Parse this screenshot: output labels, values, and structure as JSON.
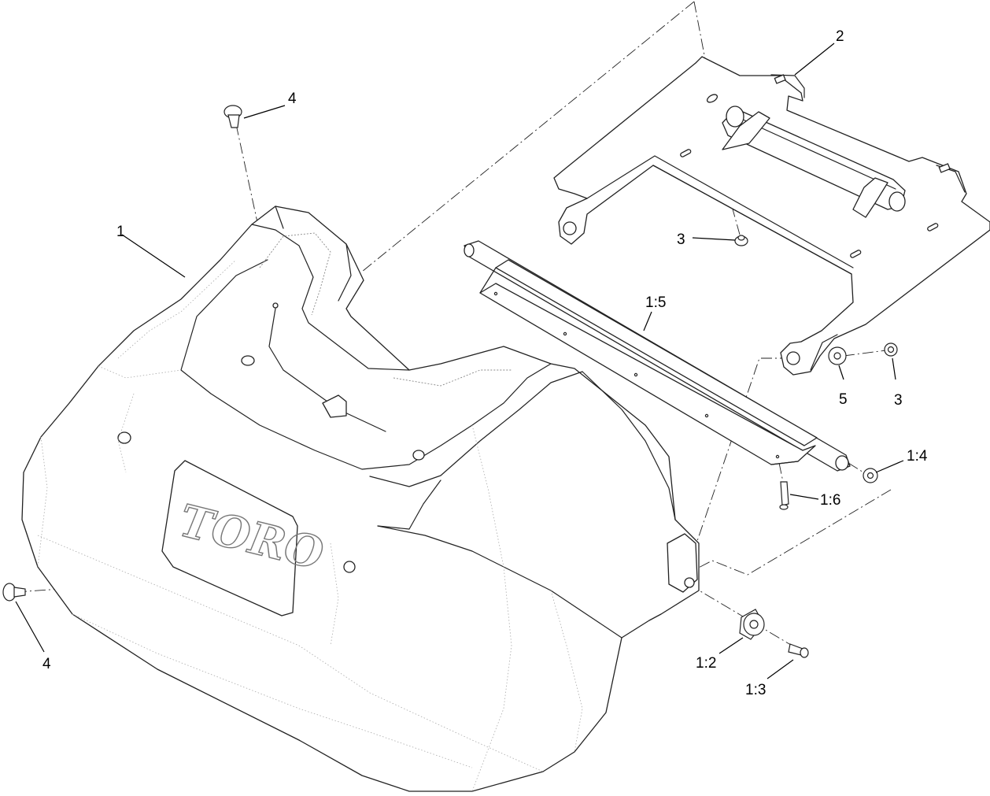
{
  "logo": {
    "text": "TORO"
  },
  "callouts": [
    {
      "id": "c1",
      "label": "1"
    },
    {
      "id": "c2",
      "label": "2"
    },
    {
      "id": "c3a",
      "label": "3"
    },
    {
      "id": "c3b",
      "label": "3"
    },
    {
      "id": "c4a",
      "label": "4"
    },
    {
      "id": "c4b",
      "label": "4"
    },
    {
      "id": "c5",
      "label": "5"
    },
    {
      "id": "c1_2",
      "label": "1:2"
    },
    {
      "id": "c1_3",
      "label": "1:3"
    },
    {
      "id": "c1_4",
      "label": "1:4"
    },
    {
      "id": "c1_5",
      "label": "1:5"
    },
    {
      "id": "c1_6",
      "label": "1:6"
    }
  ]
}
